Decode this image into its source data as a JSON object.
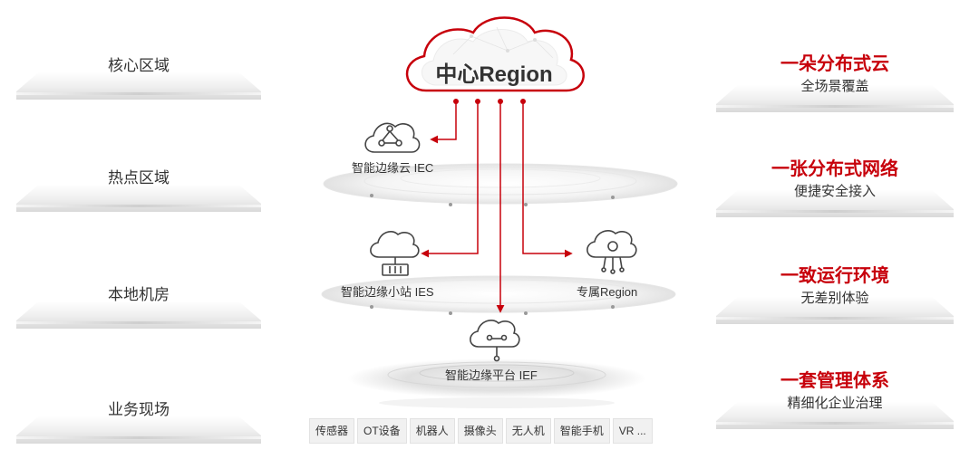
{
  "areas": [
    "核心区域",
    "热点区域",
    "本地机房",
    "业务现场"
  ],
  "center_cloud": "中心Region",
  "nodes": {
    "iec": "智能边缘云 IEC",
    "ies": "智能边缘小站 IES",
    "dedicated": "专属Region",
    "ief": "智能边缘平台 IEF"
  },
  "features": [
    {
      "title": "一朵分布式云",
      "sub": "全场景覆盖"
    },
    {
      "title": "一张分布式网络",
      "sub": "便捷安全接入"
    },
    {
      "title": "一致运行环境",
      "sub": "无差别体验"
    },
    {
      "title": "一套管理体系",
      "sub": "精细化企业治理"
    }
  ],
  "devices": [
    "传感器",
    "OT设备",
    "机器人",
    "摄像头",
    "无人机",
    "智能手机",
    "VR ..."
  ],
  "colors": {
    "accent": "#c7000b",
    "text": "#333333"
  }
}
